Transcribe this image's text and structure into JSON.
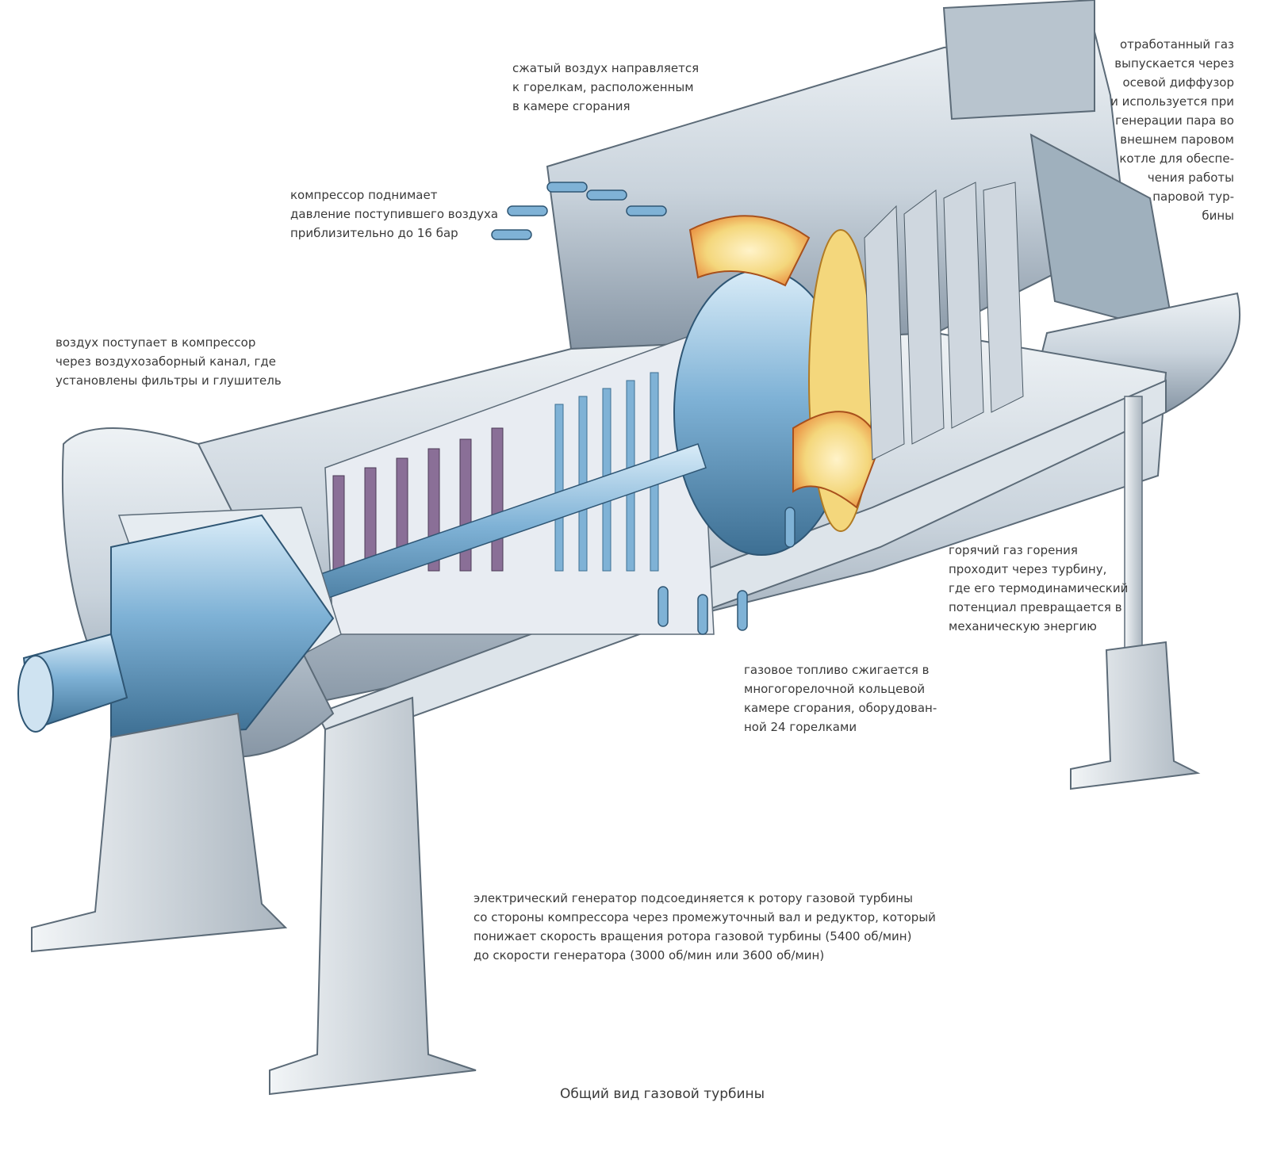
{
  "notes": {
    "exhaust": "отработанный газ\nвыпускается через\nосевой диффузор\nи используется при\nгенерации пара во\nвнешнем паровом\nкотле для обеспе-\nчения работы\nпаровой тур-\nбины",
    "compressed_air": "сжатый воздух направляется\nк горелкам, расположенным\nв камере сгорания",
    "compressor": "компрессор поднимает\nдавление поступившего воздуха\nприблизительно до 16 бар",
    "air_intake": "воздух поступает в компрессор\nчерез воздухозаборный канал, где\nустановлены фильтры и глушитель",
    "hot_gas": "горячий газ горения\nпроходит через турбину,\nгде его термодинамический\nпотенциал превращается в\nмеханическую энергию",
    "fuel": "газовое топливо сжигается в\nмногогорелочной кольцевой\nкамере сгорания, оборудован-\nной 24 горелками",
    "generator": "электрический генератор подсоединяется к ротору газовой турбины\nсо стороны компрессора через промежуточный вал и редуктор, который\nпонижает скорость вращения ротора газовой турбины (5400 об/мин)\nдо скорости генератора (3000 об/мин или 3600 об/мин)"
  },
  "caption": "Общий вид газовой турбины",
  "colors": {
    "casing": "#c9d3dc",
    "casing_dark": "#8796a5",
    "steel_blue": "#7fb2d6",
    "blade_purple": "#8a6f97",
    "combustor_orange": "#e98a3c",
    "combustor_yellow": "#f4d77c",
    "text": "#3a3a3a"
  }
}
